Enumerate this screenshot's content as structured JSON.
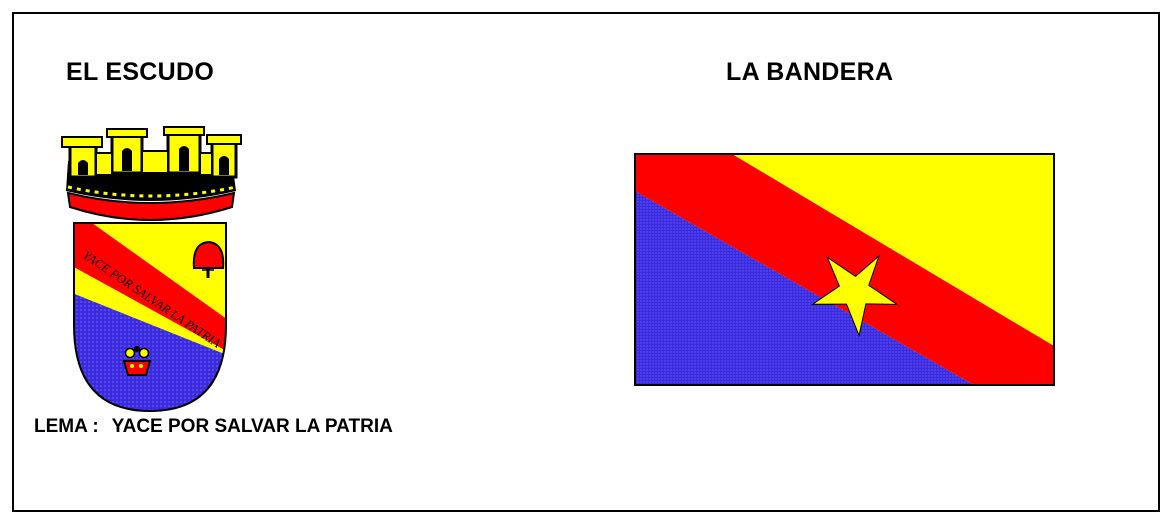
{
  "headings": {
    "escudo": "EL ESCUDO",
    "bandera": "LA BANDERA"
  },
  "lema": {
    "label": "LEMA :",
    "text": "YACE POR SALVAR LA PATRIA"
  },
  "shield": {
    "motto_band": "YACE POR SALVAR LA PATRIA"
  },
  "colors": {
    "yellow": "#ffff00",
    "red": "#ff0000",
    "blue": "#3a2ae0",
    "black": "#000000"
  }
}
